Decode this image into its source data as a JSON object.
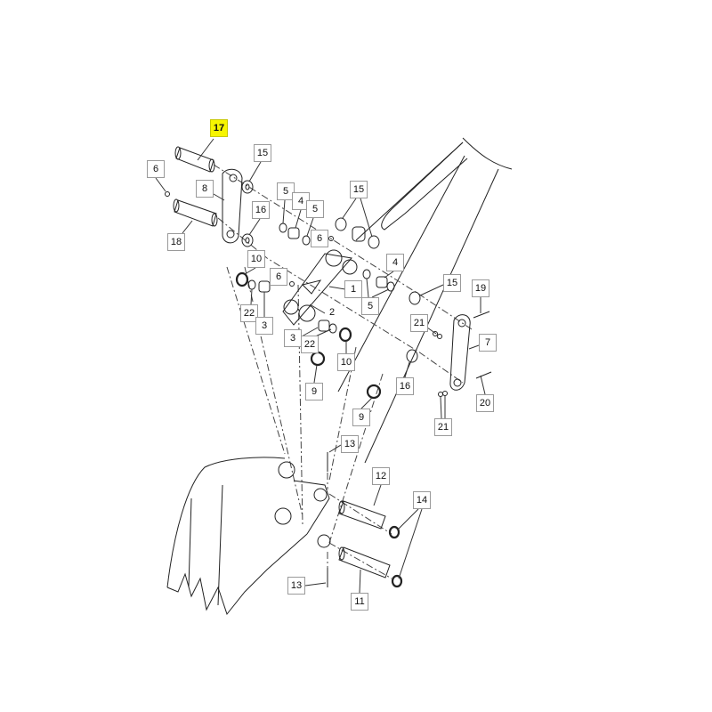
{
  "highlight_color": "#f7f500",
  "selected_part": "17",
  "callouts": [
    {
      "label": "17",
      "highlighted": true
    },
    {
      "label": "6"
    },
    {
      "label": "15"
    },
    {
      "label": "8"
    },
    {
      "label": "5"
    },
    {
      "label": "4"
    },
    {
      "label": "5"
    },
    {
      "label": "15"
    },
    {
      "label": "16"
    },
    {
      "label": "18"
    },
    {
      "label": "6"
    },
    {
      "label": "10"
    },
    {
      "label": "6"
    },
    {
      "label": "4"
    },
    {
      "label": "1"
    },
    {
      "label": "15"
    },
    {
      "label": "19"
    },
    {
      "label": "22"
    },
    {
      "label": "3"
    },
    {
      "label": "5"
    },
    {
      "label": "2"
    },
    {
      "label": "21"
    },
    {
      "label": "7"
    },
    {
      "label": "3"
    },
    {
      "label": "22"
    },
    {
      "label": "10"
    },
    {
      "label": "16"
    },
    {
      "label": "20"
    },
    {
      "label": "9"
    },
    {
      "label": "9"
    },
    {
      "label": "21"
    },
    {
      "label": "13"
    },
    {
      "label": "12"
    },
    {
      "label": "14"
    },
    {
      "label": "13"
    },
    {
      "label": "11"
    }
  ]
}
